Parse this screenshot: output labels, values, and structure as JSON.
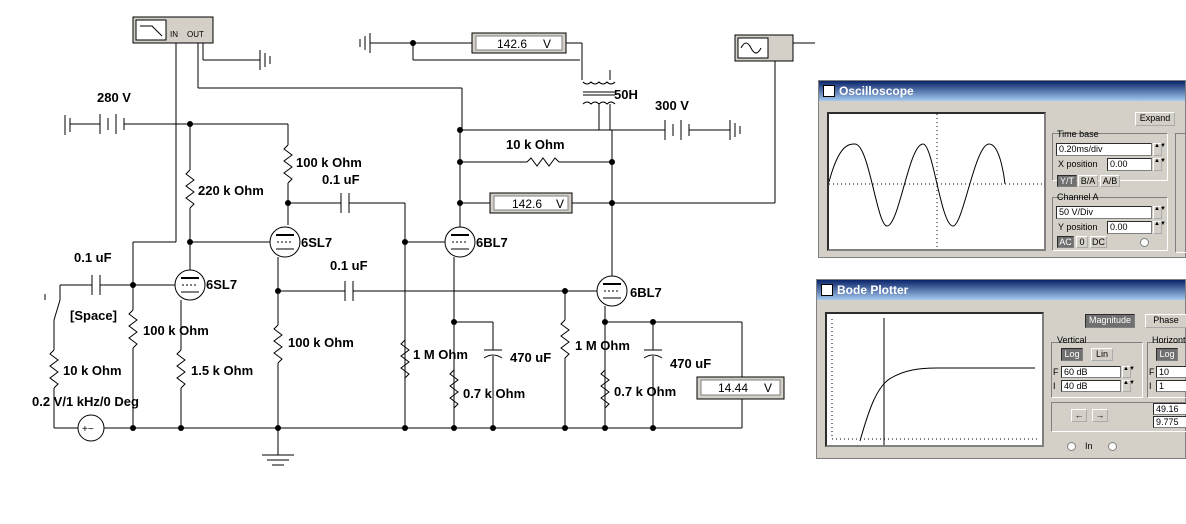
{
  "schematic": {
    "labels": {
      "v280": "280 V",
      "v300": "300 V",
      "r100k_top": "100 k Ohm",
      "c01_top": "0.1 uF",
      "r220k": "220 k Ohm",
      "r10k_top": "10 k Ohm",
      "tube_6sl7_a": "6SL7",
      "tube_6sl7_b": "6SL7",
      "tube_6bl7_a": "6BL7",
      "tube_6bl7_b": "6BL7",
      "c01_left": "0.1 uF",
      "c01_mid": "0.1 uF",
      "space_key": "[Space]",
      "r100k_left": "100 k Ohm",
      "r100k_mid": "100 k Ohm",
      "r15k": "1.5 k Ohm",
      "r10k_src": "10 k Ohm",
      "source": "0.2 V/1 kHz/0 Deg",
      "r1m_a": "1 M Ohm",
      "r1m_b": "1 M Ohm",
      "c470_a": "470 uF",
      "c470_b": "470 uF",
      "r07k_a": "0.7 k Ohm",
      "r07k_b": "0.7 k Ohm",
      "inductor": "50H",
      "bode_in": "IN",
      "bode_out": "OUT"
    },
    "meters": {
      "top": {
        "value": "142.6",
        "unit": "V"
      },
      "mid": {
        "value": "142.6",
        "unit": "V"
      },
      "right": {
        "value": "14.44",
        "unit": "V"
      }
    }
  },
  "oscilloscope": {
    "title": "Oscilloscope",
    "expand": "Expand",
    "time_base": "Time base",
    "time_div": "0.20ms/div",
    "x_position_label": "X position",
    "x_position": "0.00",
    "modes": [
      "Y/T",
      "B/A",
      "A/B"
    ],
    "channel_a": "Channel A",
    "volts_div": "50  V/Div",
    "y_position_label": "Y position",
    "y_position": "0.00",
    "coupling": [
      "AC",
      "0",
      "DC"
    ]
  },
  "bode": {
    "title": "Bode Plotter",
    "magnitude": "Magnitude",
    "phase": "Phase",
    "vertical": "Vertical",
    "horizontal": "Horizonta",
    "log": "Log",
    "lin": "Lin",
    "f_label": "F",
    "i_label": "I",
    "v_final": "60 dB",
    "v_initial": "40 dB",
    "h_final": "10",
    "h_initial": "1",
    "readout1": "49.16",
    "readout2": "9.775",
    "in_label": "In"
  }
}
